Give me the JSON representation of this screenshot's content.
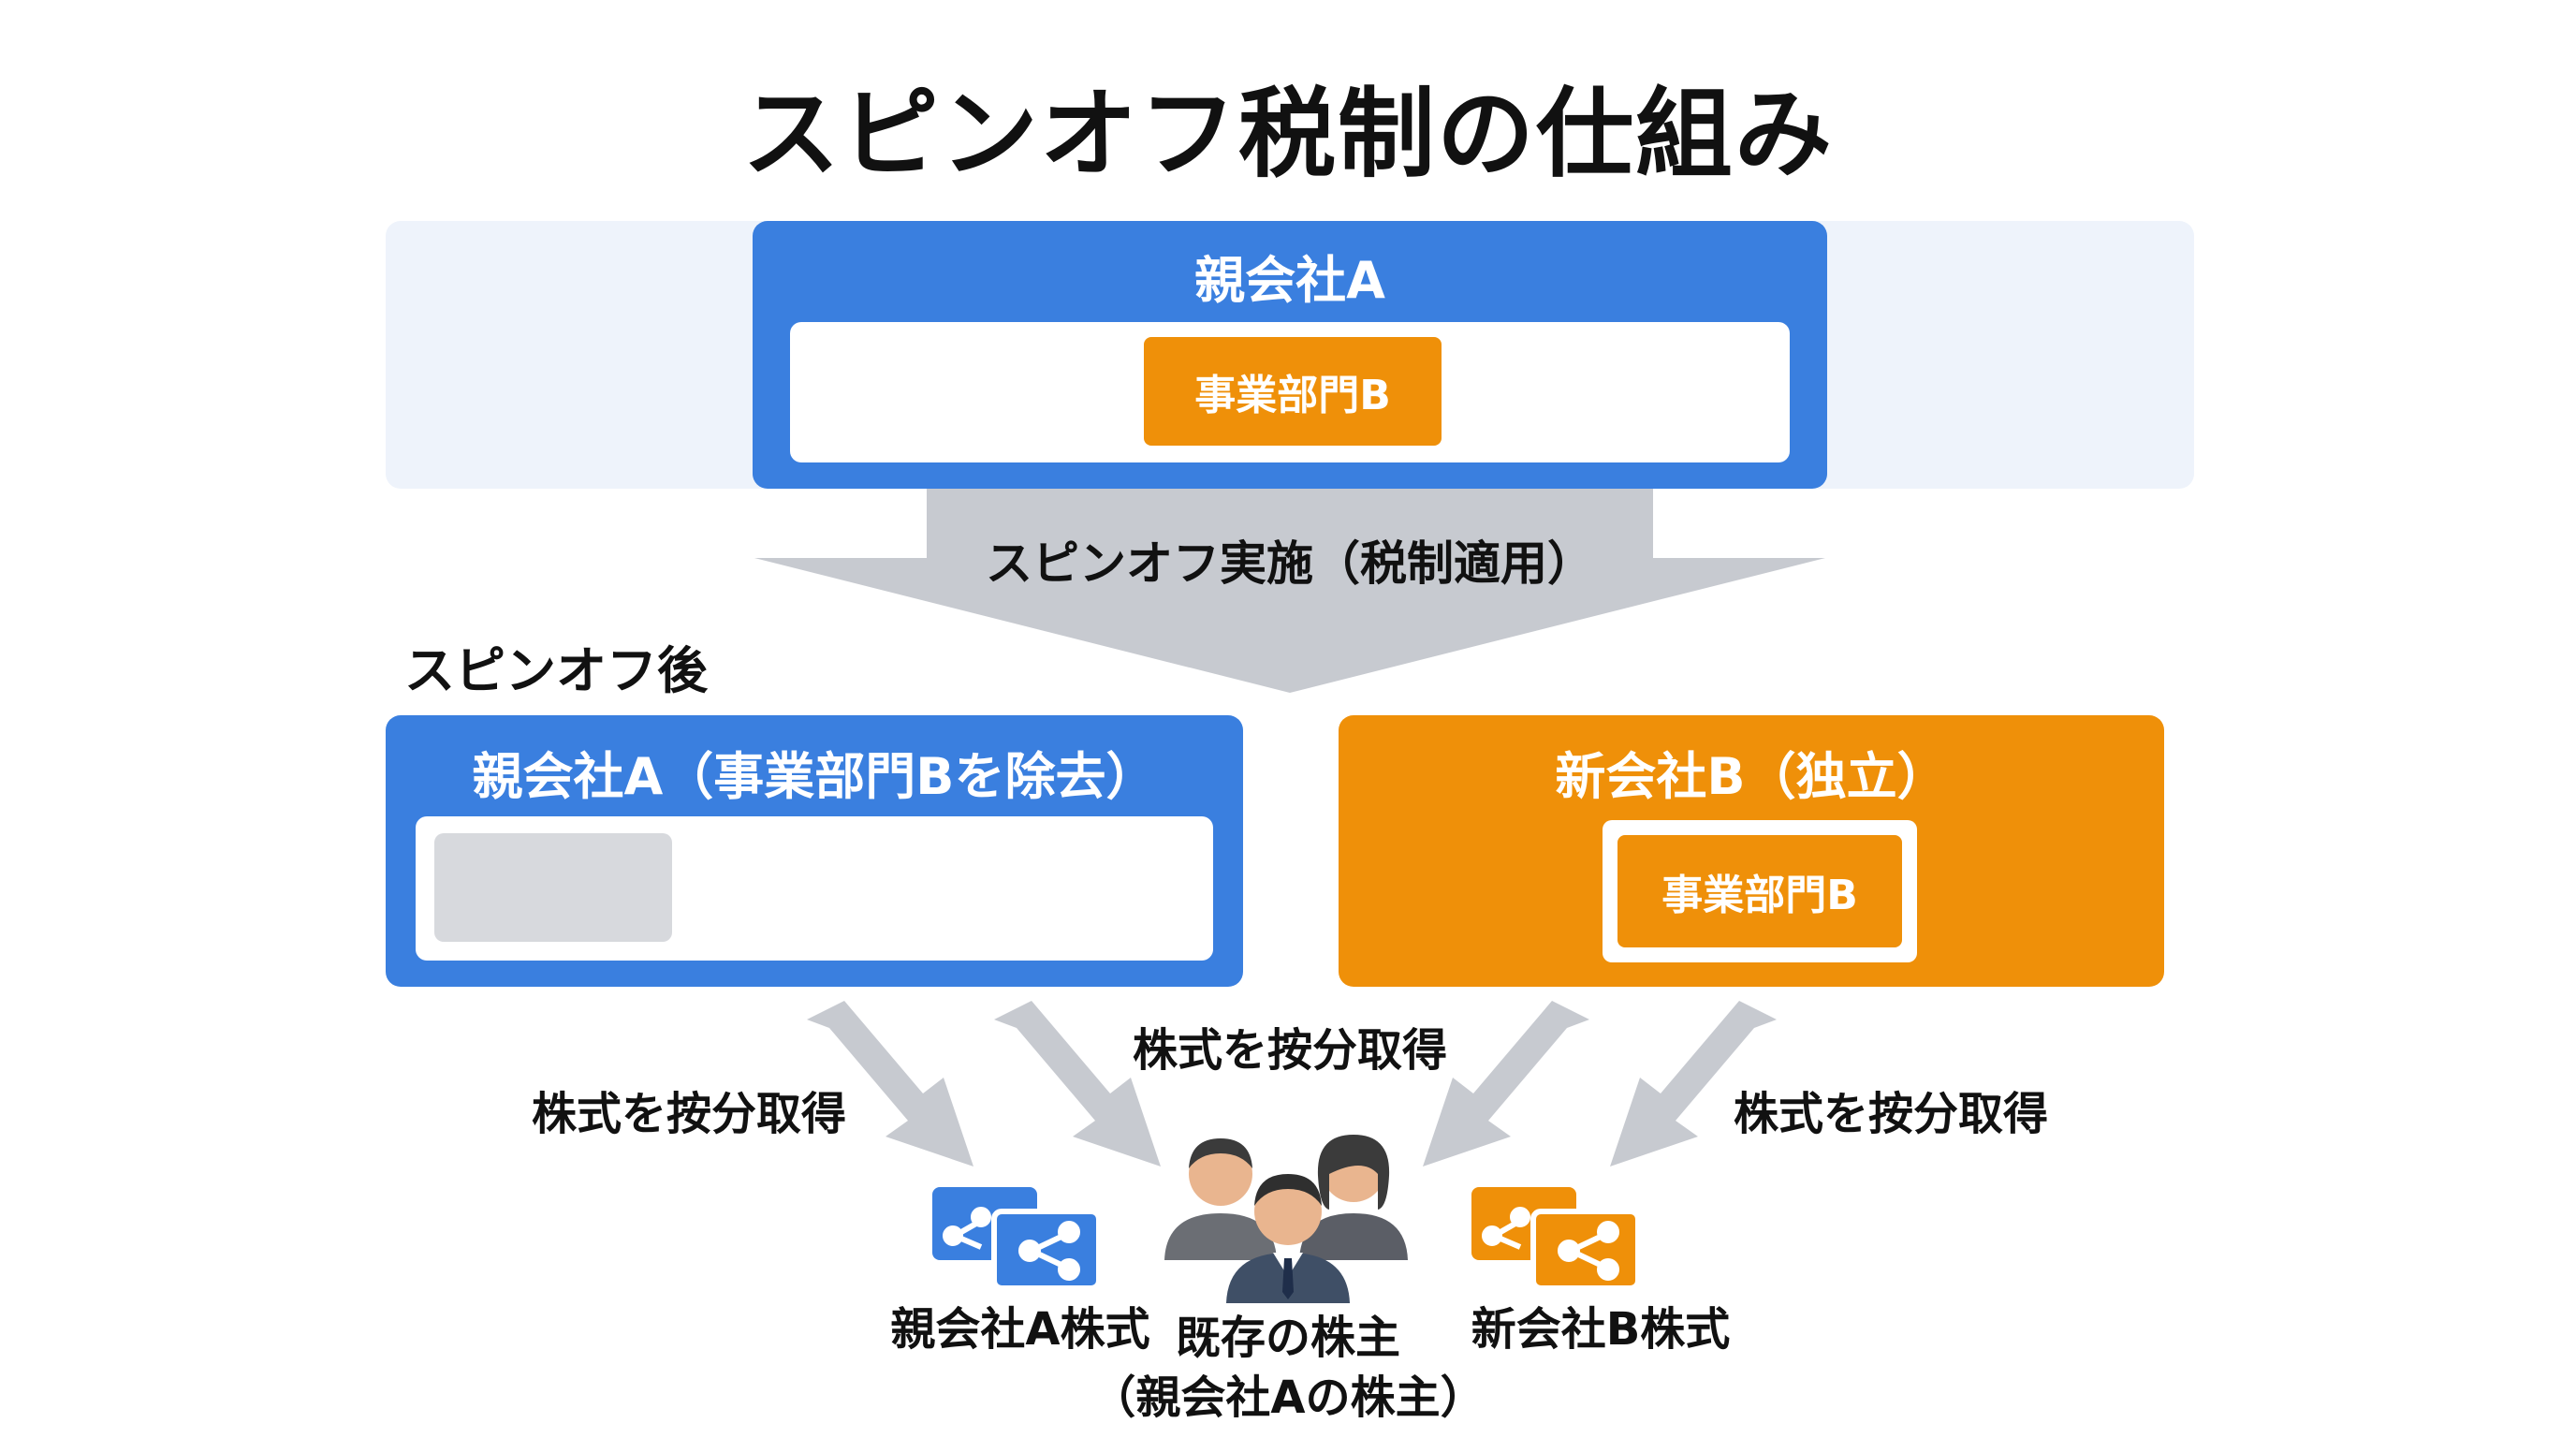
{
  "title": "スピンオフ税制の仕組み",
  "before": {
    "parent_title": "親会社A",
    "division_label": "事業部門B"
  },
  "transition_label": "スピンオフ実施（税制適用）",
  "after_label": "スピンオフ後",
  "after": {
    "parent_title": "親会社A（事業部門Bを除去）",
    "newco_title": "新会社B（独立）",
    "newco_division_label": "事業部門B"
  },
  "share_labels": {
    "left": "株式を按分取得",
    "center": "株式を按分取得",
    "right": "株式を按分取得"
  },
  "bottom": {
    "parent_shares": "親会社A株式",
    "shareholders_line1": "既存の株主",
    "shareholders_line2": "（親会社Aの株主）",
    "newco_shares": "新会社B株式"
  },
  "icons": {
    "parent_shares": "share-document-icon",
    "shareholders": "people-group-icon",
    "newco_shares": "share-document-icon"
  },
  "colors": {
    "blue": "#3a7fdf",
    "orange": "#ef9009",
    "gray_arrow": "#c7cad0",
    "band": "#eef3fb"
  }
}
